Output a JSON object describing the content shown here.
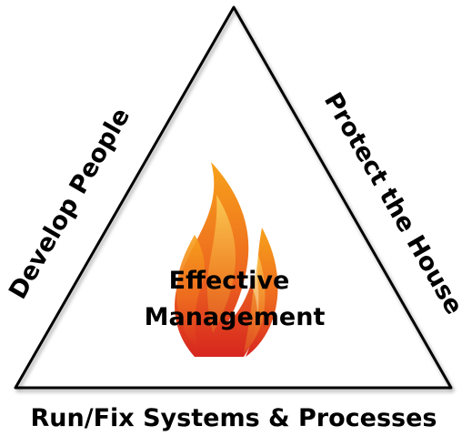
{
  "center_label": {
    "line1": "Effective",
    "line2": "Management"
  },
  "sides": {
    "left": "Develop People",
    "right": "Protect the House",
    "bottom": "Run/Fix Systems & Processes"
  },
  "icons": {
    "center": "flame-icon"
  },
  "colors": {
    "triangle_stroke": "#000000",
    "flame_outer_top": "#f7a21b",
    "flame_outer_bottom": "#d7261f",
    "flame_inner_top": "#fbd25a",
    "flame_inner_bottom": "#e05a25",
    "text": "#000000"
  }
}
